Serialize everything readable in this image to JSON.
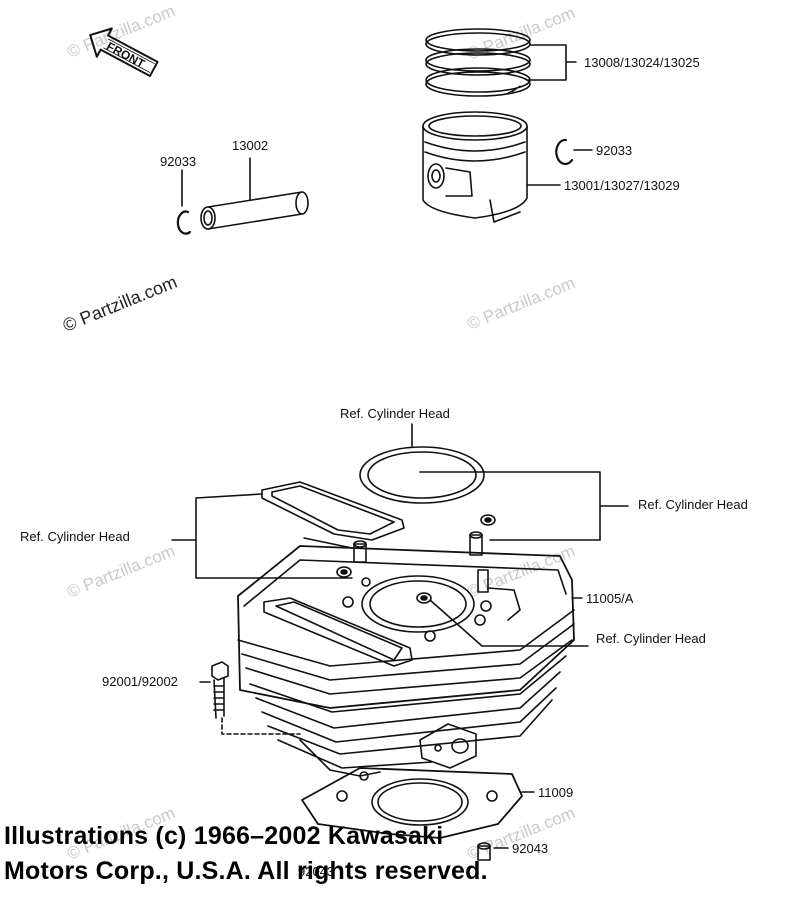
{
  "front_arrow": {
    "label": "FRONT"
  },
  "watermarks": {
    "main": "© Partzilla.com",
    "faint": "© Partzilla.com"
  },
  "part_labels": {
    "piston_rings": "13008/13024/13025",
    "snap_ring_right": "92033",
    "piston": "13001/13027/13029",
    "piston_pin": "13002",
    "snap_ring_left": "92033",
    "ref_head_top": "Ref. Cylinder Head",
    "ref_head_right": "Ref. Cylinder Head",
    "ref_head_left": "Ref. Cylinder Head",
    "ref_head_center": "Ref. Cylinder Head",
    "cylinder": "11005/A",
    "bolt": "92001/92002",
    "base_gasket": "11009",
    "dowel_pin": "92043",
    "dowel_pin_bottom": "92043"
  },
  "copyright": {
    "line1": "Illustrations (c) 1966–2002 Kawasaki",
    "line2": "Motors Corp., U.S.A.  All rights reserved."
  }
}
